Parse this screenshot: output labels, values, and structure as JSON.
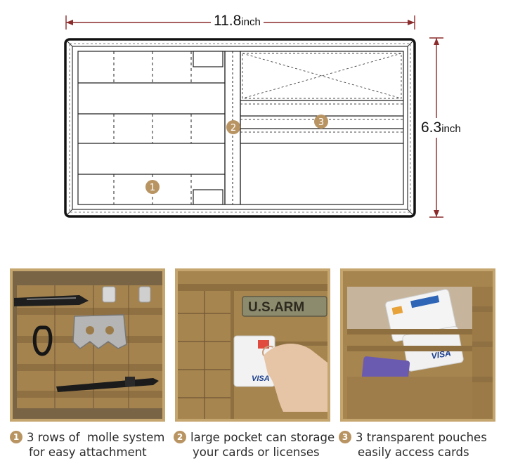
{
  "dimensions": {
    "width_value": "11.8",
    "width_unit": "inch",
    "height_value": "6.3",
    "height_unit": "inch"
  },
  "markers": [
    "1",
    "2",
    "3"
  ],
  "photos": {
    "molle_patch_text": "U.S.ARM",
    "card_brand": "VISA"
  },
  "captions": [
    {
      "number": "1",
      "line1": "3 rows of  molle system",
      "line2": "for easy attachment"
    },
    {
      "number": "2",
      "line1": "large pocket can storage",
      "line2": "your cards or licenses"
    },
    {
      "number": "3",
      "line1": "3 transparent pouches",
      "line2": "easily access cards"
    }
  ],
  "colors": {
    "frame": "#c5a66f",
    "badge": "#b99463",
    "tan": "#a98352"
  }
}
